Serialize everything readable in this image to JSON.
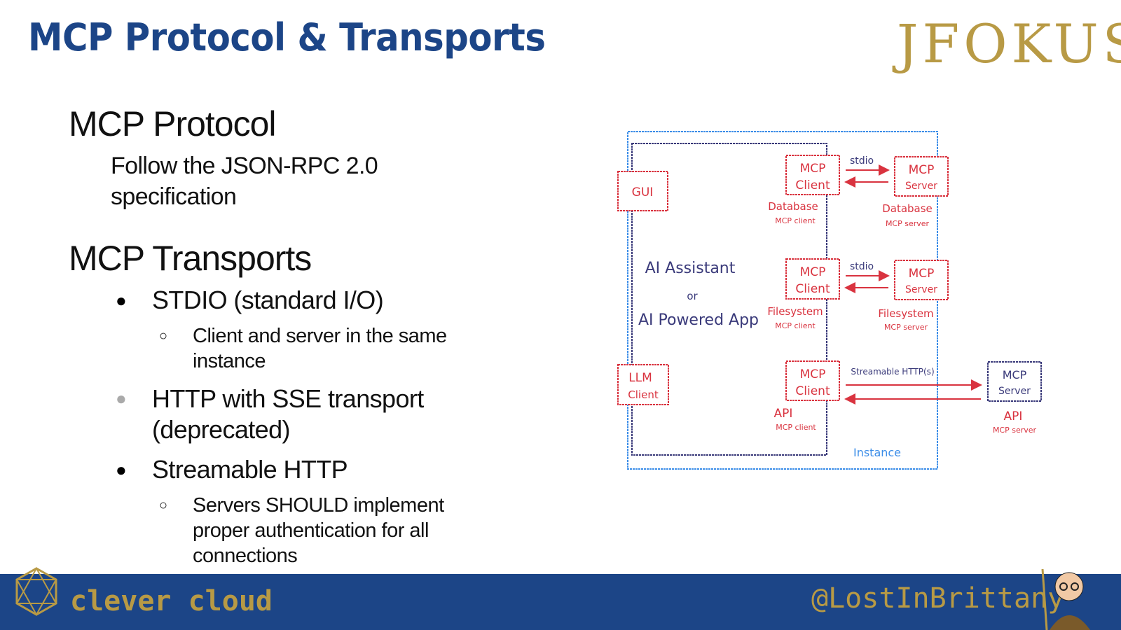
{
  "slide": {
    "title": "MCP Protocol & Transports",
    "event_logo": "JFOKUS"
  },
  "sections": {
    "protocol": {
      "heading": "MCP Protocol",
      "text_line1": "Follow the JSON-RPC 2.0",
      "text_line2": "specification"
    },
    "transports": {
      "heading": "MCP Transports",
      "items": [
        {
          "label": "STDIO (standard I/O)",
          "sub_line1": "Client and server in the same",
          "sub_line2": "instance"
        },
        {
          "label_line1": "HTTP with SSE transport",
          "label_line2": "(deprecated)"
        },
        {
          "label": "Streamable HTTP",
          "sub_line1": "Servers SHOULD implement",
          "sub_line2": "proper authentication for all",
          "sub_line3": "connections"
        }
      ]
    }
  },
  "diagram": {
    "gui": "GUI",
    "llm_line1": "LLM",
    "llm_line2": "Client",
    "app_line1": "AI Assistant",
    "app_or": "or",
    "app_line2": "AI Powered App",
    "instance": "Instance",
    "rows": [
      {
        "client_l1": "MCP",
        "client_l2": "Client",
        "transport": "stdio",
        "server_l1": "MCP",
        "server_l2": "Server",
        "client_name": "Database",
        "client_sub": "MCP client",
        "server_name": "Database",
        "server_sub": "MCP server"
      },
      {
        "client_l1": "MCP",
        "client_l2": "Client",
        "transport": "stdio",
        "server_l1": "MCP",
        "server_l2": "Server",
        "client_name": "Filesystem",
        "client_sub": "MCP client",
        "server_name": "Filesystem",
        "server_sub": "MCP server"
      },
      {
        "client_l1": "MCP",
        "client_l2": "Client",
        "transport": "Streamable HTTP(s)",
        "server_l1": "MCP",
        "server_l2": "Server",
        "client_name": "API",
        "client_sub": "MCP client",
        "server_name": "API",
        "server_sub": "MCP server"
      }
    ],
    "colors": {
      "red": "#d9333f",
      "navy": "#3a3a7a",
      "blue": "#3d8ee8"
    }
  },
  "footer": {
    "company": "clever cloud",
    "handle": "@LostInBrittany"
  }
}
